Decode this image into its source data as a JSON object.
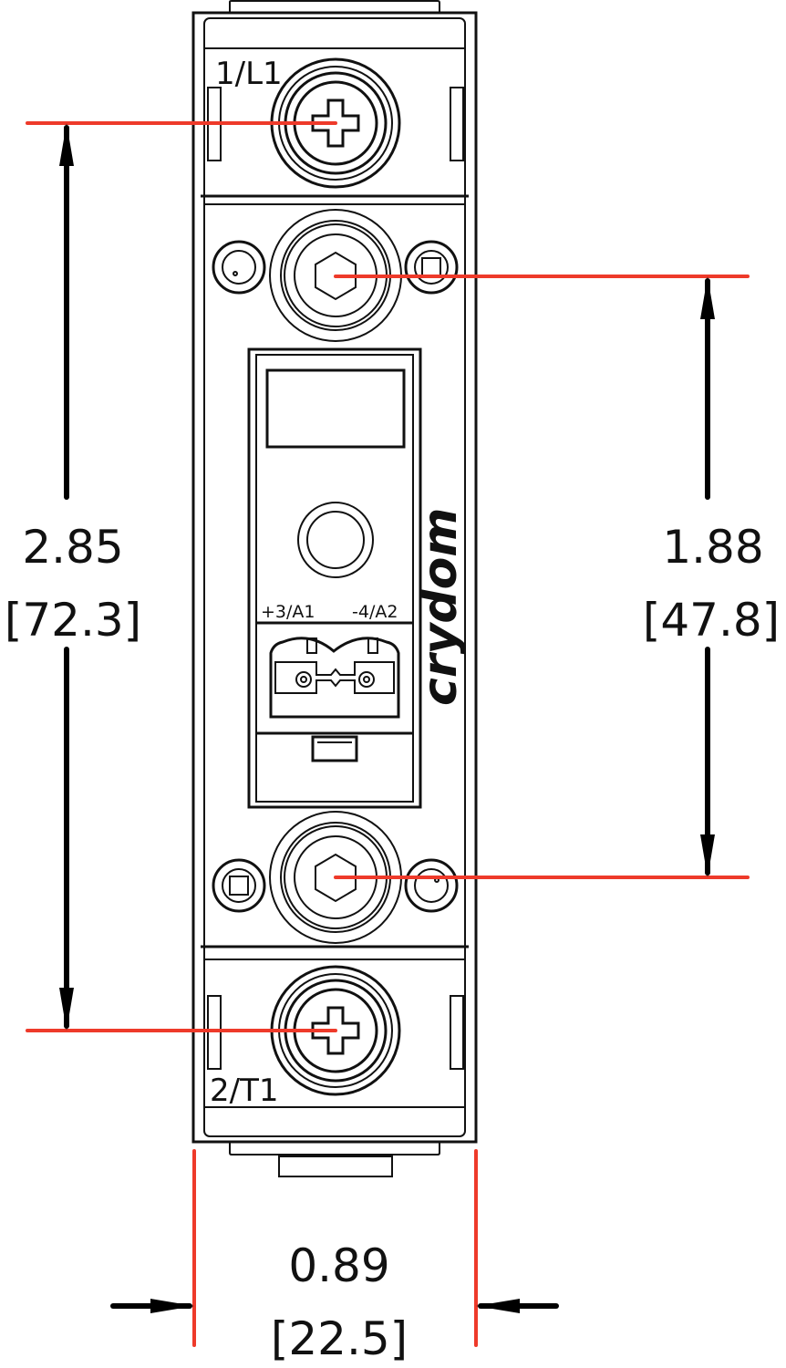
{
  "drawing": {
    "brand_logo": "crydom",
    "terminals": {
      "top": "1/L1",
      "bottom": "2/T1",
      "control_positive": "+3/A1",
      "control_negative": "-4/A2"
    },
    "dimensions": {
      "overall_height": {
        "inch": "2.85",
        "mm": "[72.3]"
      },
      "mounting_centers": {
        "inch": "1.88",
        "mm": "[47.8]"
      },
      "width": {
        "inch": "0.89",
        "mm": "[22.5]"
      }
    },
    "colors": {
      "outline": "#111111",
      "dimension_line": "#000000",
      "extension_line": "#ee3a2a",
      "background": "#ffffff"
    }
  }
}
